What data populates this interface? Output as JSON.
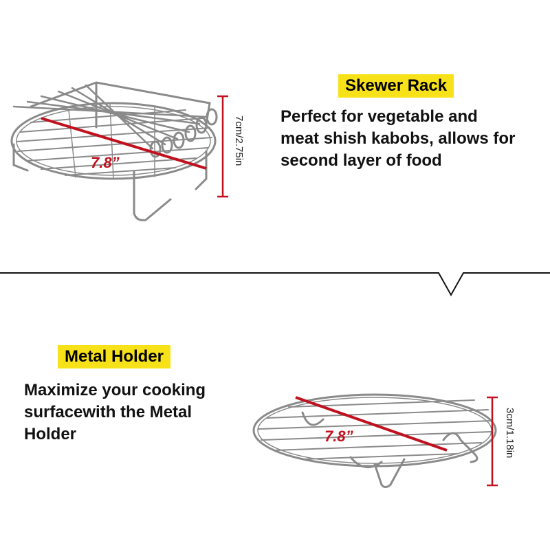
{
  "skewer_rack": {
    "title": "Skewer Rack",
    "description_lines": [
      "Perfect for vegetable and",
      "meat shish kabobs, allows for",
      "second layer of food"
    ],
    "diameter_label": "7.8”",
    "height_label": "7cm/2.75in"
  },
  "metal_holder": {
    "title": "Metal Holder",
    "description_lines": [
      "Maximize your cooking",
      "surfacewith the Metal",
      "Holder"
    ],
    "diameter_label": "7.8”",
    "height_label": "3cm/1.18in"
  },
  "colors": {
    "badge": "#f7e21a",
    "measure_line": "#c0111f",
    "divider": "#111111",
    "metal": "#8a8a8a"
  },
  "icons": [
    "skewer-rack-image",
    "metal-holder-image",
    "divider-arrow-icon"
  ]
}
